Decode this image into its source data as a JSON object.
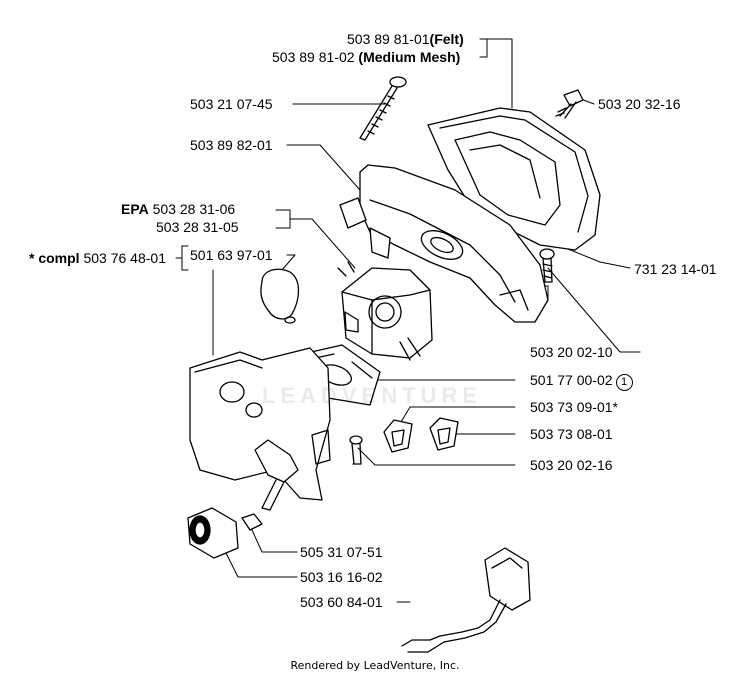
{
  "labels": {
    "p1a_num": "503 89 81-01",
    "p1a_suffix": "(Felt)",
    "p1b_num": "503 89 81-02",
    "p1b_suffix": "(Medium Mesh)",
    "p2": "503 21 07-45",
    "p3": "503 20 32-16",
    "p4": "503 89 82-01",
    "p5a_prefix": "EPA",
    "p5a_num": "503 28 31-06",
    "p5b": "503 28 31-05",
    "p6_prefix": "* compl",
    "p6_num": "503 76 48-01",
    "p7": "501 63 97-01",
    "p8": "731 23 14-01",
    "p9": "503 20 02-10",
    "p10": "501 77 00-02",
    "p10_note": "1",
    "p11": "503 73 09-01*",
    "p12": "503 73 08-01",
    "p13": "503 20 02-16",
    "p14": "505 31 07-51",
    "p15": "503 16 16-02",
    "p16": "503 60 84-01"
  },
  "watermark": "LEADVENTURE",
  "footer": "Rendered by LeadVenture, Inc.",
  "colors": {
    "line": "#000000",
    "background": "#ffffff"
  }
}
